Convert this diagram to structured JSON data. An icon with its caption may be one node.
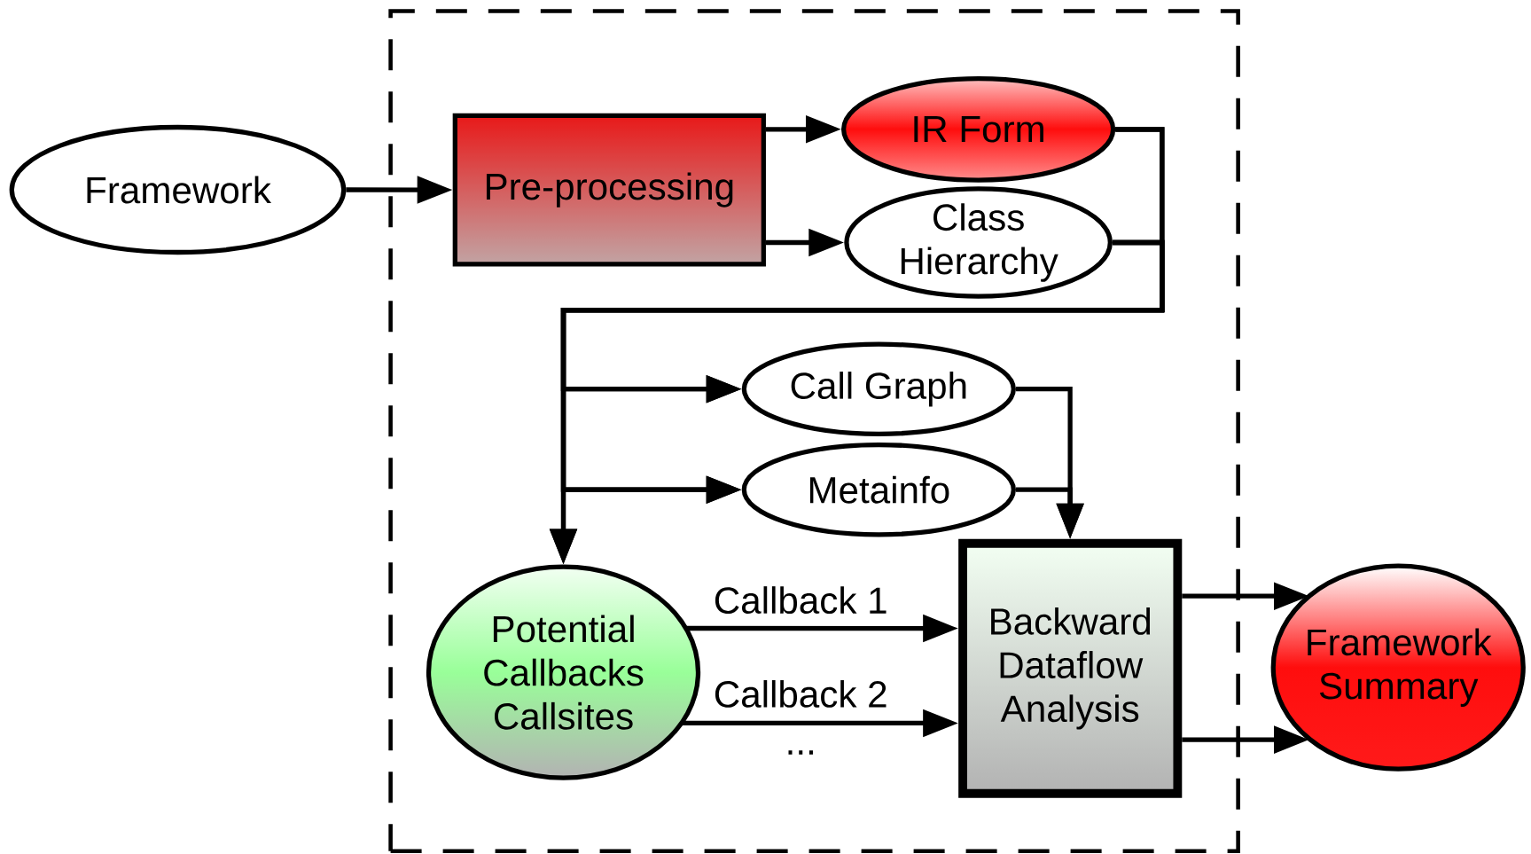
{
  "diagram": {
    "nodes": [
      {
        "text": [],
        "shape": "box"
      },
      {
        "text": [
          "Framework"
        ]
      },
      {
        "text": [
          "Pre-processing"
        ],
        "in": 0
      },
      {
        "text": [
          "IR Form"
        ],
        "in": 0
      },
      {
        "text": [
          "Class Hierarchy"
        ],
        "in": 0
      },
      {
        "text": [
          "Call Graph"
        ],
        "in": 0
      },
      {
        "text": [
          "Metainfo"
        ],
        "in": 0
      },
      {
        "text": [
          "Potential Callbacks Callsites"
        ],
        "in": 0
      },
      {
        "text": [
          "Backward Dataflow Analysis"
        ],
        "in": 0
      },
      {
        "text": [
          "Framework Summary"
        ]
      }
    ],
    "edges": [
      {
        "from": 1,
        "to": 2,
        "arrow": "to"
      },
      {
        "from": 2,
        "to": 3,
        "arrow": "to"
      },
      {
        "from": 2,
        "to": 4,
        "arrow": "to"
      },
      {
        "from": 3,
        "to": 5,
        "arrow": "to"
      },
      {
        "from": 3,
        "to": 6,
        "arrow": "to"
      },
      {
        "from": 3,
        "to": 7,
        "arrow": "to"
      },
      {
        "from": 4,
        "to": 5,
        "arrow": "to"
      },
      {
        "from": 4,
        "to": 6,
        "arrow": "to"
      },
      {
        "from": 4,
        "to": 7,
        "arrow": "to"
      },
      {
        "from": 5,
        "to": 8,
        "arrow": "to"
      },
      {
        "from": 6,
        "to": 8,
        "arrow": "to"
      },
      {
        "from": 7,
        "to": 8,
        "arrow": "to",
        "label": "Callback 1"
      },
      {
        "from": 7,
        "to": 8,
        "arrow": "to",
        "label": "Callback 2"
      },
      {
        "from": 8,
        "to": 9,
        "arrow": "to"
      },
      {
        "from": 8,
        "to": 9,
        "arrow": "to"
      }
    ],
    "labels": [
      "..."
    ]
  }
}
